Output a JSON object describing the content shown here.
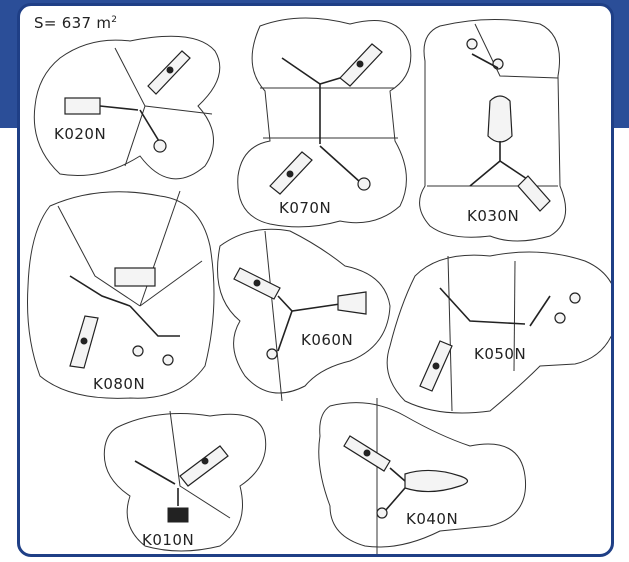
{
  "plan": {
    "area_label": "S= 637 m",
    "area_unit_power": "2",
    "zones": [
      {
        "id": "K020N",
        "label": "K020N"
      },
      {
        "id": "K070N",
        "label": "K070N"
      },
      {
        "id": "K030N",
        "label": "K030N"
      },
      {
        "id": "K080N",
        "label": "K080N"
      },
      {
        "id": "K060N",
        "label": "K060N"
      },
      {
        "id": "K050N",
        "label": "K050N"
      },
      {
        "id": "K010N",
        "label": "K010N"
      },
      {
        "id": "K040N",
        "label": "K040N"
      }
    ]
  },
  "colors": {
    "frame": "#1f3f86",
    "backdrop": "#2b4e98"
  }
}
